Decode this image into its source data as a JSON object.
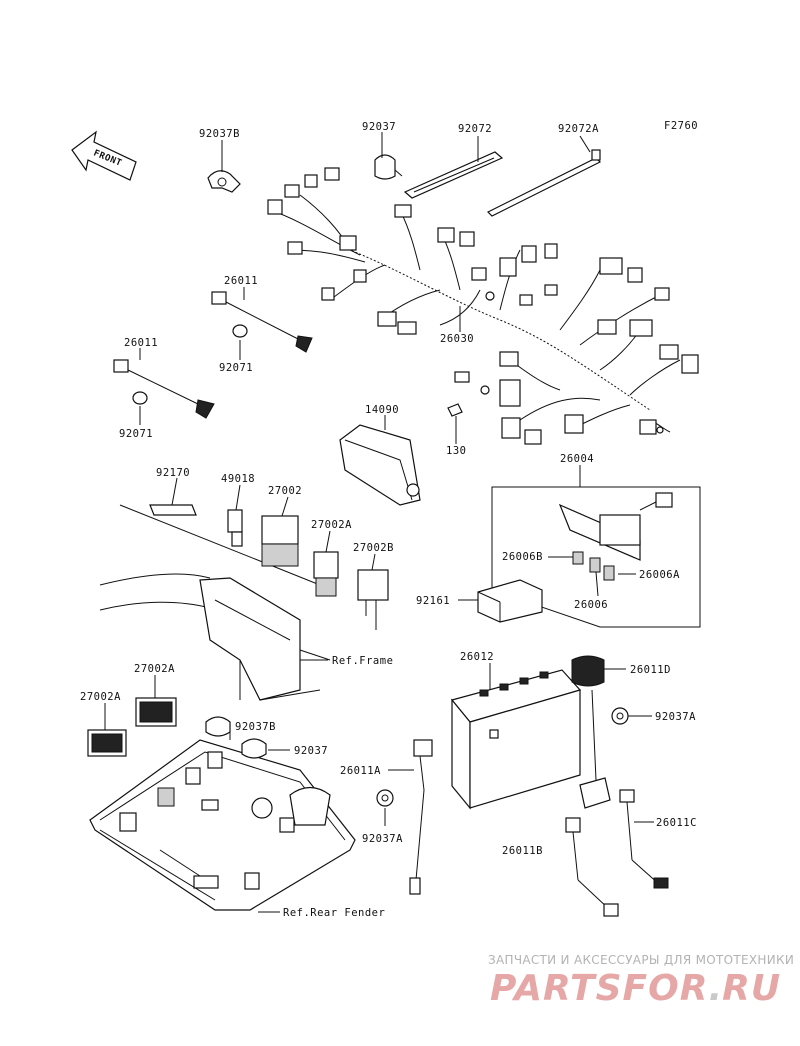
{
  "figure_code": "F2760",
  "front_arrow_label": "FRONT",
  "part_labels": {
    "p92037B_top": "92037B",
    "p92037_top": "92037",
    "p92072": "92072",
    "p92072A": "92072A",
    "p26011_a": "26011",
    "p92071_a": "92071",
    "p26011_b": "26011",
    "p92071_b": "92071",
    "p26030": "26030",
    "p14090": "14090",
    "p130": "130",
    "p92170": "92170",
    "p49018": "49018",
    "p27002": "27002",
    "p27002A_mid": "27002A",
    "p27002B": "27002B",
    "p26004": "26004",
    "p26006B": "26006B",
    "p26006A": "26006A",
    "p26006": "26006",
    "p92161": "92161",
    "p26012": "26012",
    "p26011D": "26011D",
    "p92037A_right": "92037A",
    "p27002A_left": "27002A",
    "p27002A_lower": "27002A",
    "p92037B_lower": "92037B",
    "p92037_lower": "92037",
    "p26011A": "26011A",
    "p92037A_lower": "92037A",
    "p26011B": "26011B",
    "p26011C": "26011C"
  },
  "references": {
    "frame": "Ref.Frame",
    "rear_fender": "Ref.Rear Fender"
  },
  "watermark": {
    "tagline": "ЗАПЧАСТИ И АКСЕССУАРЫ ДЛЯ МОТОТЕХНИКИ",
    "logo_part1": "PARTS",
    "logo_part2": "FOR",
    "logo_dot": ".",
    "logo_part3": "RU"
  }
}
